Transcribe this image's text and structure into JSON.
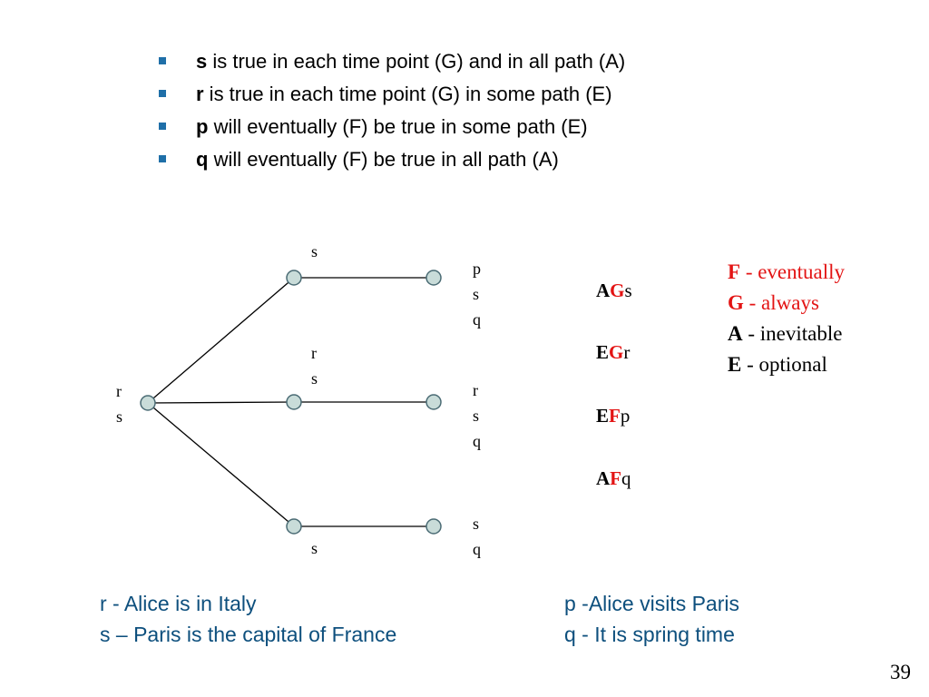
{
  "bullets": [
    {
      "var": "s",
      "text": " is true in each time point (G) and in all path (A)"
    },
    {
      "var": "r",
      "text": " is true in each time point (G) in some path (E)"
    },
    {
      "var": "p",
      "text": " will eventually (F) be true in some path (E)"
    },
    {
      "var": "q",
      "text": " will eventually (F) be true in all path (A)"
    }
  ],
  "graph": {
    "root_label": [
      "r",
      "s"
    ],
    "top_edge_label": "s",
    "mid_edge_label": [
      "r",
      "s"
    ],
    "bottom_edge_label": "s",
    "top_leaf_label": [
      "p",
      "s",
      "q"
    ],
    "mid_leaf_label": [
      "r",
      "s",
      "q"
    ],
    "bottom_leaf_label": [
      "s",
      "q"
    ]
  },
  "formulas": [
    {
      "a": "A",
      "b": "G",
      "c": "s"
    },
    {
      "a": "E",
      "b": "G",
      "c": "r"
    },
    {
      "a": "E",
      "b": "F",
      "c": "p"
    },
    {
      "a": "A",
      "b": "F",
      "c": "q"
    }
  ],
  "legend": [
    {
      "sym": "F",
      "desc": " - eventually",
      "red": true
    },
    {
      "sym": "G",
      "desc": " - always",
      "red": true
    },
    {
      "sym": "A",
      "desc": " - inevitable",
      "red": false
    },
    {
      "sym": "E",
      "desc": " - optional",
      "red": false
    }
  ],
  "definitions_left": [
    "r - Alice is in Italy",
    "s – Paris is the capital of France"
  ],
  "definitions_right": [
    "p -Alice visits Paris",
    "q - It is spring time"
  ],
  "page_number": "39",
  "colors": {
    "bullet": "#1f6fa8",
    "node_fill": "#c9dcd9",
    "red": "#e31414",
    "definition_text": "#0d4f7d"
  }
}
